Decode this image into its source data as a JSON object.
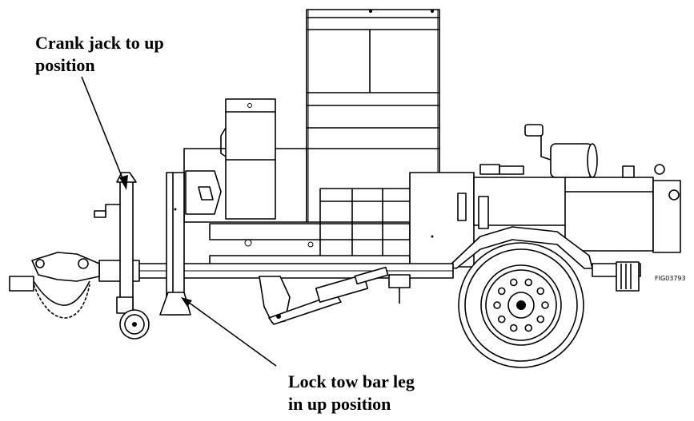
{
  "callouts": {
    "jack_line1": "Crank jack to up",
    "jack_line2": "position",
    "leg_line1": "Lock tow bar leg",
    "leg_line2": "in up position"
  },
  "figure_id": "FIG03793"
}
